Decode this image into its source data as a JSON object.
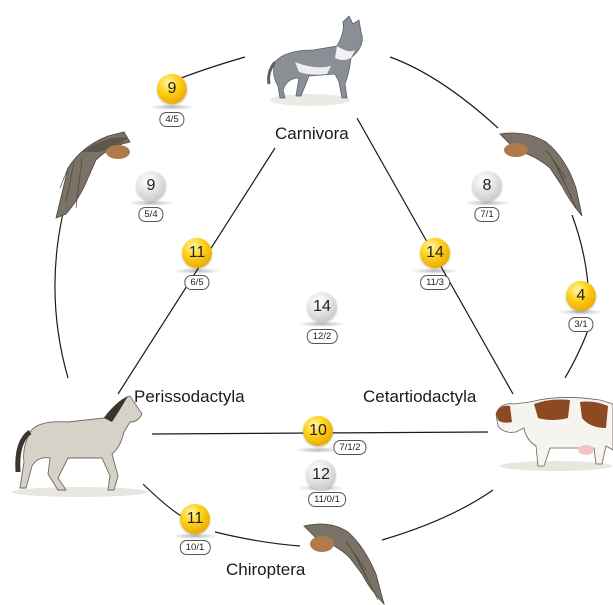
{
  "nodes": {
    "carnivora": "Carnivora",
    "perissodactyla": "Perissodactyla",
    "cetartiodactyla": "Cetartiodactyla",
    "chiroptera": "Chiroptera"
  },
  "markers": [
    {
      "id": "outer-top-left",
      "value": "9",
      "sub": "4/5",
      "style": "gold"
    },
    {
      "id": "inner-top-left",
      "value": "9",
      "sub": "5/4",
      "style": "grey"
    },
    {
      "id": "inner-top-right",
      "value": "8",
      "sub": "7/1",
      "style": "grey"
    },
    {
      "id": "carnivora-perissodactyla",
      "value": "11",
      "sub": "6/5",
      "style": "gold"
    },
    {
      "id": "carnivora-cetartiodactyla",
      "value": "14",
      "sub": "11/3",
      "style": "gold"
    },
    {
      "id": "outer-right",
      "value": "4",
      "sub": "3/1",
      "style": "gold"
    },
    {
      "id": "center",
      "value": "14",
      "sub": "12/2",
      "style": "grey"
    },
    {
      "id": "perissodactyla-cetartiodactyla",
      "value": "10",
      "sub": "7/1/2",
      "style": "gold"
    },
    {
      "id": "inner-bottom",
      "value": "12",
      "sub": "11/0/1",
      "style": "grey"
    },
    {
      "id": "outer-bottom-left",
      "value": "11",
      "sub": "10/1",
      "style": "gold"
    }
  ],
  "colors": {
    "gold": "#ffd21c",
    "grey": "#d8d8d8",
    "line": "#1a1a1a"
  },
  "icons": {
    "carnivora": "wolf-icon",
    "perissodactyla": "horse-icon",
    "cetartiodactyla": "cow-icon",
    "chiroptera": "bat-icon",
    "bat_top_left": "bat-icon",
    "bat_top_right": "bat-icon"
  }
}
